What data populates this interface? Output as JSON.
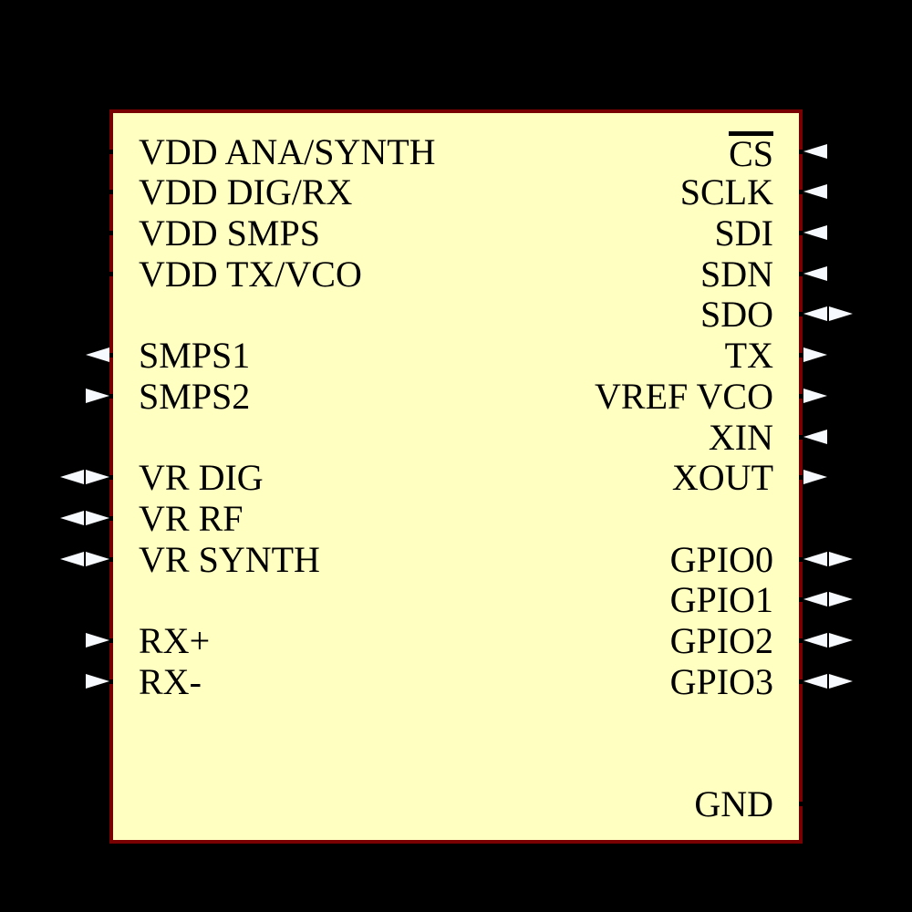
{
  "component": {
    "kind": "schematic-ic-symbol",
    "background_color": "#000000",
    "fill_color": "#FFFFC2",
    "border_color": "#7A0101",
    "arrow_color": "#F6F9FD",
    "text_color": "#000000"
  },
  "left_pins": [
    {
      "label": "VDD ANA/SYNTH",
      "row": 0,
      "arrow": "none",
      "overline": false
    },
    {
      "label": "VDD DIG/RX",
      "row": 1,
      "arrow": "none",
      "overline": false
    },
    {
      "label": "VDD SMPS",
      "row": 2,
      "arrow": "none",
      "overline": false
    },
    {
      "label": "VDD TX/VCO",
      "row": 3,
      "arrow": "none",
      "overline": false
    },
    {
      "label": "SMPS1",
      "row": 5,
      "arrow": "left",
      "overline": false
    },
    {
      "label": "SMPS2",
      "row": 6,
      "arrow": "right",
      "overline": false
    },
    {
      "label": "VR DIG",
      "row": 8,
      "arrow": "both",
      "overline": false
    },
    {
      "label": "VR RF",
      "row": 9,
      "arrow": "both",
      "overline": false
    },
    {
      "label": "VR SYNTH",
      "row": 10,
      "arrow": "both",
      "overline": false
    },
    {
      "label": "RX+",
      "row": 12,
      "arrow": "right",
      "overline": false
    },
    {
      "label": "RX-",
      "row": 13,
      "arrow": "right",
      "overline": false
    }
  ],
  "right_pins": [
    {
      "label": "CS",
      "row": 0,
      "arrow": "left",
      "overline": true
    },
    {
      "label": "SCLK",
      "row": 1,
      "arrow": "left",
      "overline": false
    },
    {
      "label": "SDI",
      "row": 2,
      "arrow": "left",
      "overline": false
    },
    {
      "label": "SDN",
      "row": 3,
      "arrow": "left",
      "overline": false
    },
    {
      "label": "SDO",
      "row": 4,
      "arrow": "both",
      "overline": false
    },
    {
      "label": "TX",
      "row": 5,
      "arrow": "right",
      "overline": false
    },
    {
      "label": "VREF VCO",
      "row": 6,
      "arrow": "right",
      "overline": false
    },
    {
      "label": "XIN",
      "row": 7,
      "arrow": "left",
      "overline": false
    },
    {
      "label": "XOUT",
      "row": 8,
      "arrow": "right",
      "overline": false
    },
    {
      "label": "GPIO0",
      "row": 10,
      "arrow": "both",
      "overline": false
    },
    {
      "label": "GPIO1",
      "row": 11,
      "arrow": "both",
      "overline": false
    },
    {
      "label": "GPIO2",
      "row": 12,
      "arrow": "both",
      "overline": false
    },
    {
      "label": "GPIO3",
      "row": 13,
      "arrow": "both",
      "overline": false
    },
    {
      "label": "GND",
      "row": 16,
      "arrow": "none",
      "overline": false
    }
  ]
}
